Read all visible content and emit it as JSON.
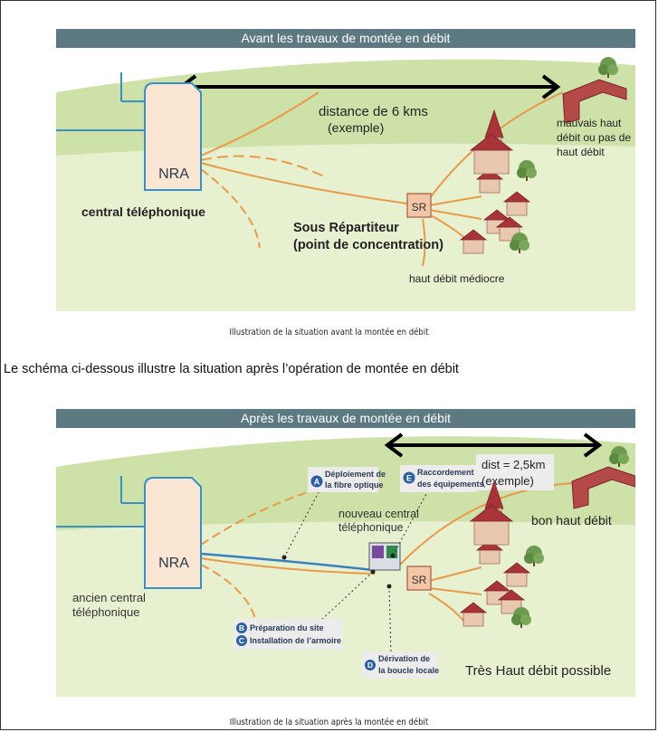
{
  "top": {
    "banner": "Avant les travaux de montée en débit",
    "distance_line1": "distance de 6 kms",
    "distance_line2": "(exemple)",
    "nra": "NRA",
    "central": "central téléphonique",
    "sr": "SR",
    "sous_rep_line1": "Sous Répartiteur",
    "sous_rep_line2": "(point de concentration)",
    "mauvais_line1": "mauvais haut",
    "mauvais_line2": "débit ou pas de",
    "mauvais_line3": "haut débit",
    "mediocre": "haut débit médiocre"
  },
  "caption_top": "Illustration de la situation avant la montée en débit",
  "body_text": "Le schéma ci-dessous illustre la situation après l’opération de montée en débit",
  "bottom": {
    "banner": "Après les travaux de montée en débit",
    "dist_line1": "dist = 2,5km",
    "dist_line2": "(exemple)",
    "nra": "NRA",
    "ancien_line1": "ancien central",
    "ancien_line2": "téléphonique",
    "nouveau_line1": "nouveau central",
    "nouveau_line2": "téléphonique",
    "sr": "SR",
    "bon": "bon haut débit",
    "tres_haut": "Très Haut débit possible",
    "step_a_letter": "A",
    "step_a_line1": "Déploiement de",
    "step_a_line2": "la fibre optique",
    "step_e_letter": "E",
    "step_e_line1": "Raccordement",
    "step_e_line2": "des équipements",
    "step_b_letter": "B",
    "step_b_text": "Préparation du site",
    "step_c_letter": "C",
    "step_c_text": "Installation de l’armoire",
    "step_d_letter": "D",
    "step_d_line1": "Dérivation de",
    "step_d_line2": "la boucle locale"
  },
  "caption_bottom": "Illustration de la situation après la montée en débit",
  "colors": {
    "banner": "#5d7a83",
    "grass": "#b9d58a",
    "copper": "#e89a4a",
    "fiber": "#3a7fbf",
    "nra_stroke": "#3a8fc4",
    "roof": "#a8343a",
    "badge": "#2d5fa0"
  }
}
